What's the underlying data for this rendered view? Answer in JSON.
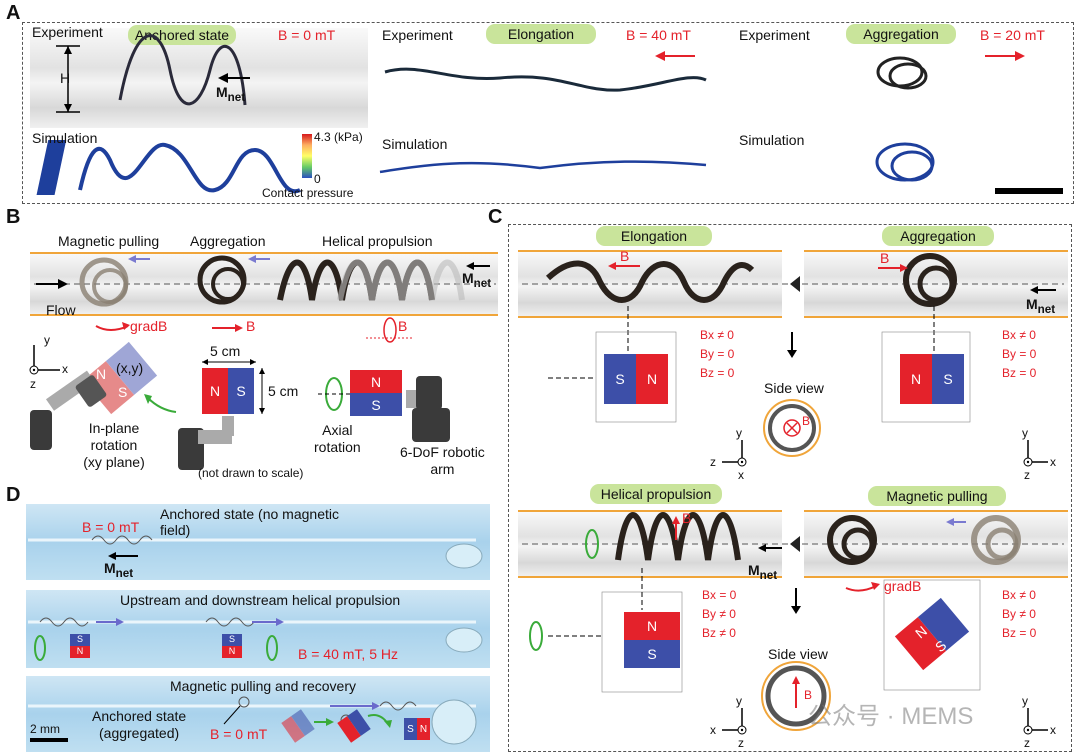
{
  "panels": {
    "A": "A",
    "B": "B",
    "C": "C",
    "D": "D"
  },
  "panelA": {
    "experiment": "Experiment",
    "simulation": "Simulation",
    "anchored_state": "Anchored state",
    "elongation": "Elongation",
    "aggregation": "Aggregation",
    "b0": "B = 0 mT",
    "b40": "B = 40 mT",
    "b20": "B = 20 mT",
    "height_label": "H",
    "mnet_main": "M",
    "mnet_sub": "net",
    "colorbar_max": "4.3 (kPa)",
    "colorbar_min": "0",
    "contact_pressure": "Contact pressure"
  },
  "panelB": {
    "magnetic_pulling": "Magnetic pulling",
    "aggregation": "Aggregation",
    "helical_propulsion": "Helical propulsion",
    "flow": "Flow",
    "gradb": "gradB",
    "b": "B",
    "mnet_main": "M",
    "mnet_sub": "net",
    "xy": "(x,y)",
    "in_plane": "In-plane",
    "rotation": "rotation",
    "xy_plane": "(xy plane)",
    "dim_w": "5 cm",
    "dim_h": "5 cm",
    "not_to_scale": "(not drawn to scale)",
    "axial": "Axial",
    "axial_rotation": "rotation",
    "robot1": "6-DoF robotic",
    "robot2": "arm",
    "ax_y": "y",
    "ax_x": "x",
    "ax_z": "z",
    "n": "N",
    "s": "S"
  },
  "panelC": {
    "elongation": "Elongation",
    "aggregation": "Aggregation",
    "helical_propulsion": "Helical propulsion",
    "magnetic_pulling": "Magnetic pulling",
    "b": "B",
    "gradb": "gradB",
    "mnet_main": "M",
    "mnet_sub": "net",
    "side_view": "Side view",
    "n": "N",
    "s": "S",
    "eq_tl": [
      "Bx ≠ 0",
      "By = 0",
      "Bz = 0"
    ],
    "eq_tr": [
      "Bx ≠ 0",
      "By = 0",
      "Bz = 0"
    ],
    "eq_bl": [
      "Bx = 0",
      "By ≠ 0",
      "Bz ≠ 0"
    ],
    "eq_br": [
      "Bx ≠ 0",
      "By ≠ 0",
      "Bz = 0"
    ],
    "ax_y": "y",
    "ax_x": "x",
    "ax_z": "z"
  },
  "panelD": {
    "anchored_title": "Anchored state (no magnetic field)",
    "b0": "B = 0 mT",
    "mnet_main": "M",
    "mnet_sub": "net",
    "helical_title": "Upstream and downstream helical propulsion",
    "b40": "B = 40 mT, 5 Hz",
    "pulling_title": "Magnetic pulling and recovery",
    "anchored_aggr1": "Anchored state",
    "anchored_aggr2": "(aggregated)",
    "b0b": "B = 0 mT",
    "scale": "2 mm",
    "n": "N",
    "s": "S"
  },
  "watermark": "公众号 · MEMS",
  "colors": {
    "red": "#e4222b",
    "blue": "#3d4fa8",
    "green": "#3aab3a",
    "pill": "#c9e49b",
    "orange": "#f0a53a"
  }
}
